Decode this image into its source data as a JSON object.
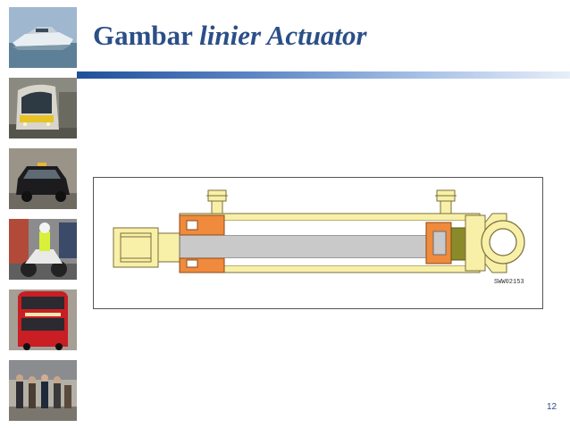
{
  "slide": {
    "title_bold": "Gambar",
    "title_italic": "linier Actuator",
    "page_number": "12"
  },
  "figure": {
    "drawing_code": "SWW02153"
  },
  "photos": [
    {
      "subject": "speedboat"
    },
    {
      "subject": "tram"
    },
    {
      "subject": "taxi"
    },
    {
      "subject": "police-motorcycle"
    },
    {
      "subject": "double-decker-bus"
    },
    {
      "subject": "pedestrians"
    }
  ],
  "colors": {
    "title": "#2b4f88",
    "accent_bar": "#1f4f9a",
    "cylinder_yellow": "#f8f0a8",
    "seal_orange": "#f08a3c",
    "rod_gray": "#c9c9c9"
  }
}
